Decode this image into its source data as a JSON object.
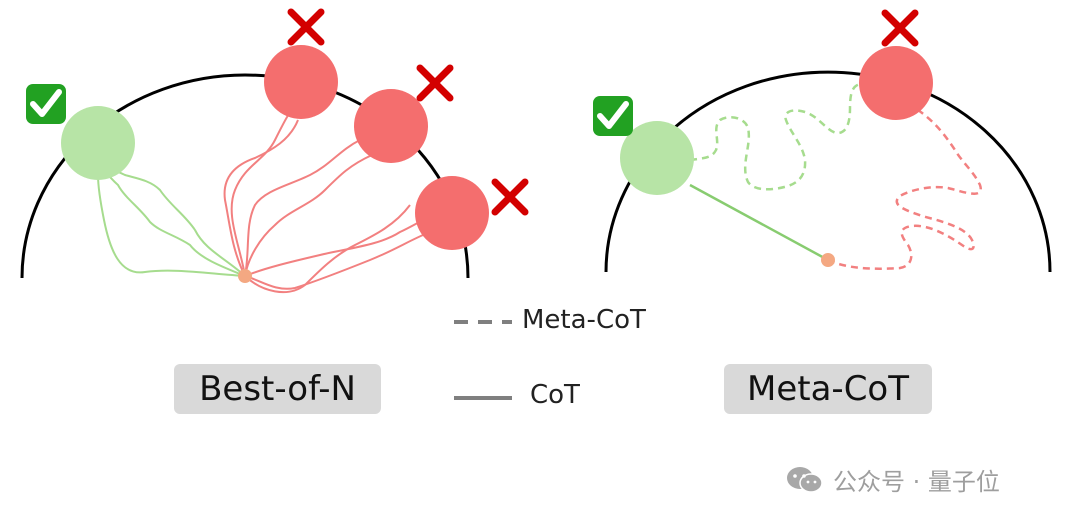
{
  "panels": {
    "left": {
      "label": "Best-of-N"
    },
    "right": {
      "label": "Meta-CoT"
    }
  },
  "legend": {
    "dashed_label": "Meta-CoT",
    "solid_label": "CoT"
  },
  "watermark": {
    "text": "公众号 · 量子位"
  },
  "colors": {
    "success_node": "#b7e4a6",
    "fail_node": "#f46e6e",
    "success_path": "#a6dc8e",
    "fail_path": "#f28080",
    "origin": "#f4a882",
    "check_bg": "#22a122",
    "cross": "#d30000",
    "legend_line": "#7f7f7f",
    "label_bg": "#d9d9d9"
  },
  "icons": [
    "check-icon",
    "cross-icon",
    "wechat-icon"
  ]
}
